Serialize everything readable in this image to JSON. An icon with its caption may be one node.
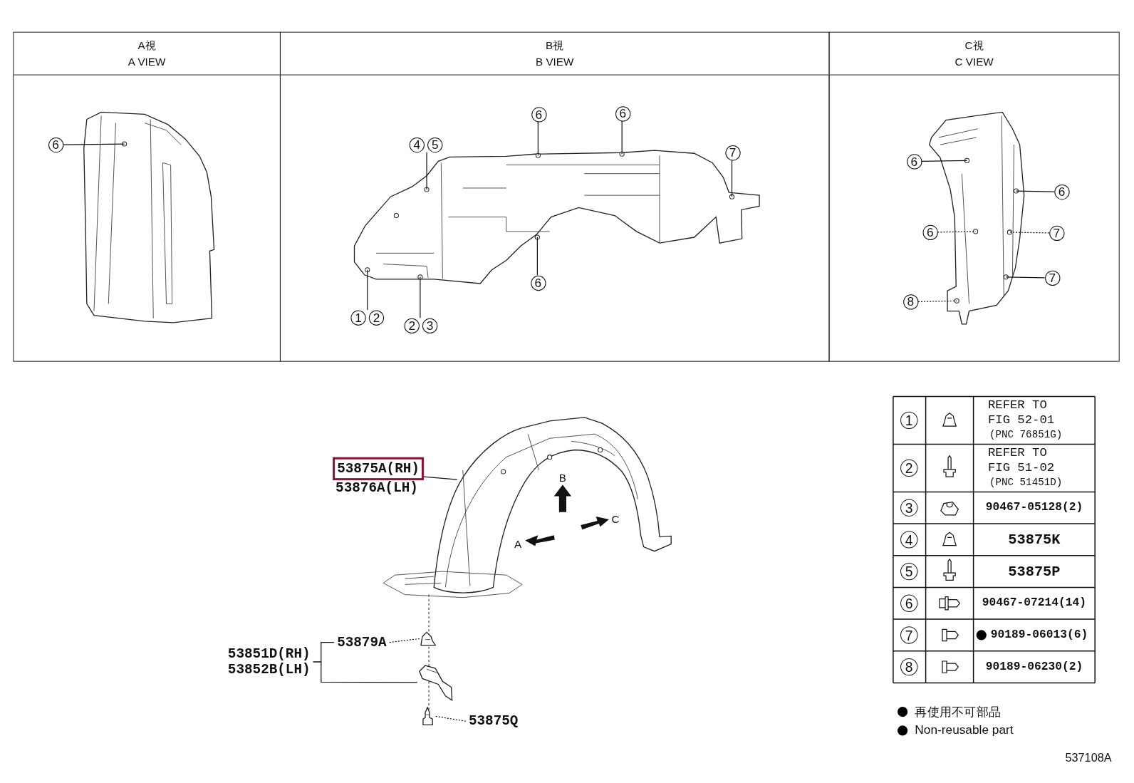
{
  "diagram": {
    "nodes": [
      {
        "text": [
          "A視",
          "A VIEW"
        ]
      },
      {
        "text": [
          "B視",
          "B VIEW"
        ]
      },
      {
        "text": [
          "C視",
          "C VIEW"
        ]
      },
      {
        "text": [
          "6"
        ],
        "in": 0
      },
      {
        "text": [
          "4",
          "5"
        ],
        "in": 1
      },
      {
        "text": [
          "6"
        ],
        "in": 1
      },
      {
        "text": [
          "6"
        ],
        "in": 1
      },
      {
        "text": [
          "7"
        ],
        "in": 1
      },
      {
        "text": [
          "6"
        ],
        "in": 1
      },
      {
        "text": [
          "1",
          "2"
        ],
        "in": 1
      },
      {
        "text": [
          "2",
          "3"
        ],
        "in": 1
      },
      {
        "text": [
          "6"
        ],
        "in": 2
      },
      {
        "text": [
          "6"
        ],
        "in": 2
      },
      {
        "text": [
          "6"
        ],
        "in": 2
      },
      {
        "text": [
          "7"
        ],
        "in": 2
      },
      {
        "text": [
          "7"
        ],
        "in": 2
      },
      {
        "text": [
          "8"
        ],
        "in": 2
      },
      {
        "text": [
          "53875A(RH)",
          "53876A(LH)"
        ]
      },
      {
        "text": [
          "53879A"
        ]
      },
      {
        "text": [
          "53851D(RH)",
          "53852B(LH)"
        ]
      },
      {
        "text": [
          "53875Q"
        ]
      },
      {
        "text": [],
        "shape": "picture"
      },
      {
        "text": [],
        "shape": "picture"
      },
      {
        "text": [],
        "shape": "picture"
      },
      {
        "text": [
          "1"
        ]
      },
      {
        "text": [
          "2"
        ]
      },
      {
        "text": [
          "3"
        ]
      },
      {
        "text": [
          "4"
        ]
      },
      {
        "text": [
          "5"
        ]
      },
      {
        "text": [
          "6"
        ]
      },
      {
        "text": [
          "7"
        ]
      },
      {
        "text": [
          "8"
        ]
      }
    ],
    "edges": [
      {
        "from": 3,
        "to": null,
        "arrow": "none"
      },
      {
        "from": 4,
        "to": null,
        "arrow": "none"
      },
      {
        "from": 5,
        "to": null,
        "arrow": "none"
      },
      {
        "from": 6,
        "to": null,
        "arrow": "none"
      },
      {
        "from": 7,
        "to": null,
        "arrow": "none"
      },
      {
        "from": 8,
        "to": null,
        "arrow": "none"
      },
      {
        "from": 9,
        "to": null,
        "arrow": "none"
      },
      {
        "from": 10,
        "to": null,
        "arrow": "none"
      },
      {
        "from": 11,
        "to": null,
        "arrow": "none"
      },
      {
        "from": 12,
        "to": null,
        "arrow": "none"
      },
      {
        "from": 13,
        "to": null,
        "arrow": "none",
        "style": "dashed"
      },
      {
        "from": 14,
        "to": null,
        "arrow": "none",
        "style": "dashed"
      },
      {
        "from": 15,
        "to": null,
        "arrow": "none"
      },
      {
        "from": 16,
        "to": null,
        "arrow": "none",
        "style": "dashed"
      },
      {
        "from": 17,
        "to": null,
        "arrow": "none"
      },
      {
        "from": 18,
        "to": 21,
        "arrow": "none",
        "style": "dashed"
      },
      {
        "from": 19,
        "to": 18,
        "arrow": "none"
      },
      {
        "from": 19,
        "to": 22,
        "arrow": "none"
      },
      {
        "from": 20,
        "to": 23,
        "arrow": "none",
        "style": "dashed"
      }
    ],
    "labels": [
      "B",
      "C",
      "A",
      "REFER TO FIG 52-01",
      "(PNC 76851G)",
      "REFER TO FIG 51-02",
      "(PNC 51451D)",
      "90467-05128(2)",
      "53875K",
      "53875P",
      "90467-07214(14)",
      "90189-06013(6)",
      "90189-06230(2)",
      "537108A"
    ],
    "legend": [
      {
        "text": "再使用不可部品",
        "color": "#000000"
      },
      {
        "text": "Non-reusable part",
        "color": "#000000"
      }
    ]
  }
}
